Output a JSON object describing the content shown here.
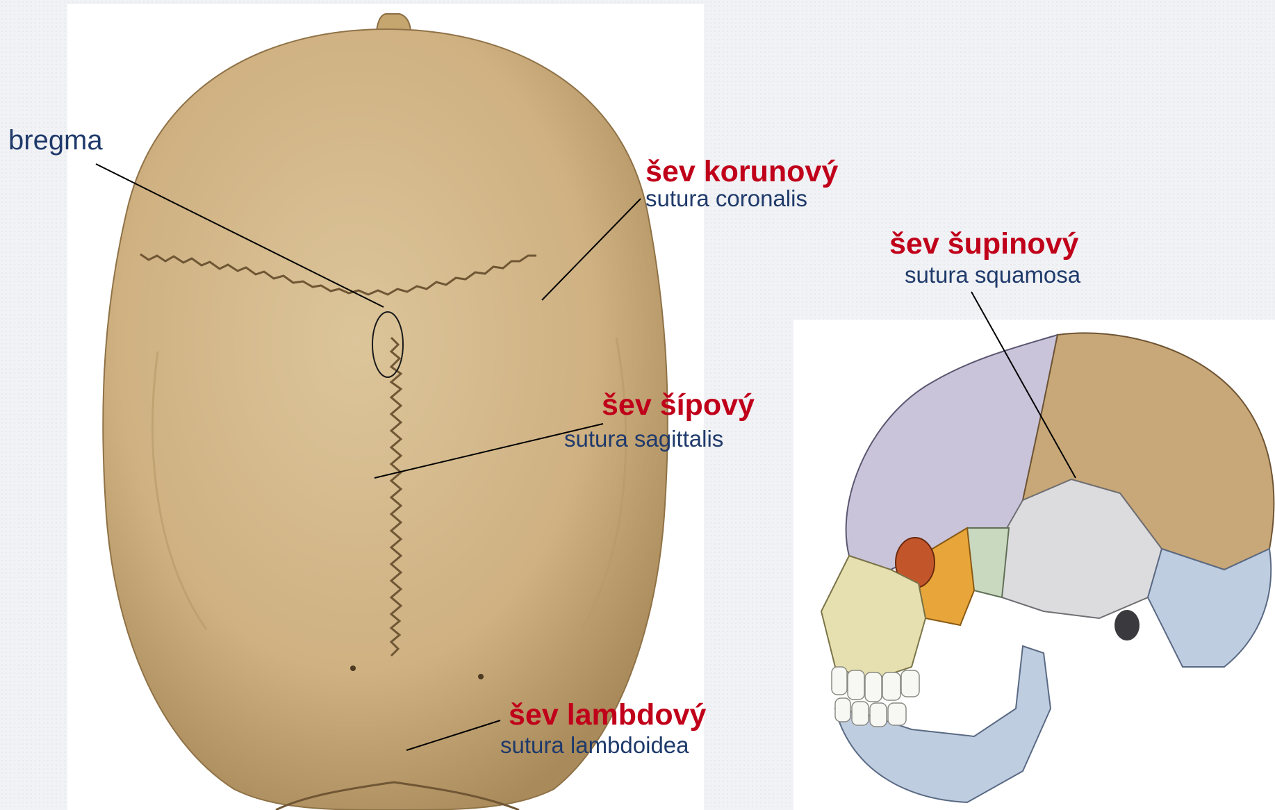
{
  "labels": {
    "bregma": "bregma",
    "coronal": {
      "czech": "šev korunový",
      "latin": "sutura coronalis"
    },
    "squamous": {
      "czech": "šev šupinový",
      "latin": "sutura squamosa"
    },
    "sagittal": {
      "czech": "šev šípový",
      "latin": "sutura sagittalis"
    },
    "lambdoid": {
      "czech": "šev lambdový",
      "latin": "sutura lambdoidea"
    }
  },
  "colors": {
    "czech_label": "#c0001a",
    "latin_label": "#1f3a6b",
    "bone_tan": "#d4b887",
    "bone_grey": "#dcdcde",
    "bone_lavender": "#c9c4d9",
    "bone_blue": "#bfcde0",
    "bone_yellow": "#e6e0b0",
    "bone_orange": "#e8a63a"
  }
}
